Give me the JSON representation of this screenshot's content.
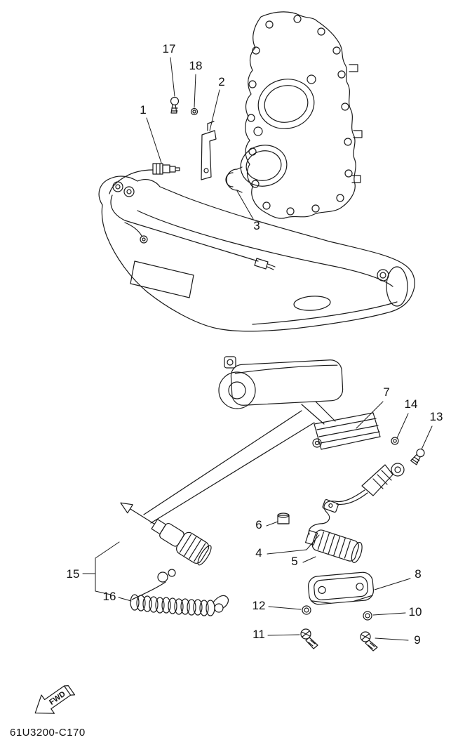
{
  "colors": {
    "ink": "#1a1a1a",
    "paper": "#ffffff"
  },
  "diagram": {
    "code": "61U3200-C170",
    "fwd_label": "FWD",
    "callouts": {
      "c1": "1",
      "c2": "2",
      "c3": "3",
      "c4": "4",
      "c5": "5",
      "c6": "6",
      "c7": "7",
      "c8": "8",
      "c9": "9",
      "c10": "10",
      "c11": "11",
      "c12": "12",
      "c13": "13",
      "c14": "14",
      "c15": "15",
      "c16": "16",
      "c17": "17",
      "c18": "18"
    }
  }
}
